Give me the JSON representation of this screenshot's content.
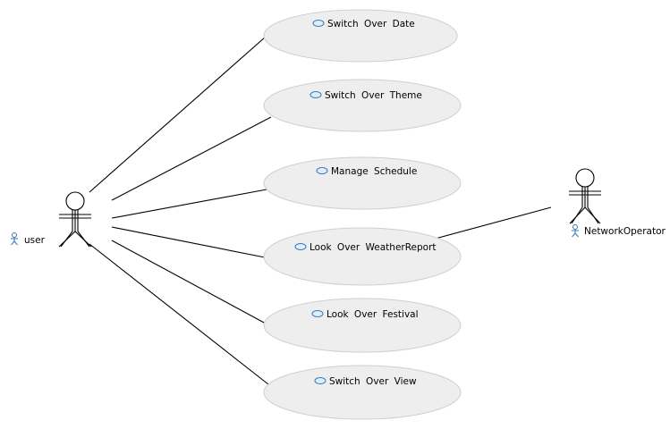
{
  "actors": [
    {
      "id": "user",
      "label": "user",
      "icon": "actor-icon"
    },
    {
      "id": "network-operator",
      "label": "NetworkOperator",
      "icon": "actor-icon"
    }
  ],
  "use_cases": [
    {
      "id": "switch-over-date",
      "label": "Switch Over Date",
      "icon": "use-case-icon"
    },
    {
      "id": "switch-over-theme",
      "label": "Switch Over Theme",
      "icon": "use-case-icon"
    },
    {
      "id": "manage-schedule",
      "label": "Manage Schedule",
      "icon": "use-case-icon"
    },
    {
      "id": "look-over-weatherreport",
      "label": "Look Over WeatherReport",
      "icon": "use-case-icon"
    },
    {
      "id": "look-over-festival",
      "label": "Look Over Festival",
      "icon": "use-case-icon"
    },
    {
      "id": "switch-over-view",
      "label": "Switch Over View",
      "icon": "use-case-icon"
    }
  ],
  "associations": [
    {
      "from": "user",
      "to": "switch-over-date"
    },
    {
      "from": "user",
      "to": "switch-over-theme"
    },
    {
      "from": "user",
      "to": "manage-schedule"
    },
    {
      "from": "user",
      "to": "look-over-weatherreport"
    },
    {
      "from": "user",
      "to": "look-over-festival"
    },
    {
      "from": "user",
      "to": "switch-over-view"
    },
    {
      "from": "network-operator",
      "to": "look-over-weatherreport"
    }
  ],
  "colors": {
    "use_case_fill": "#eeeeee",
    "use_case_border": "#cfcfcf",
    "icon_stroke": "#3a78b8",
    "line": "#000000",
    "background": "#ffffff"
  }
}
